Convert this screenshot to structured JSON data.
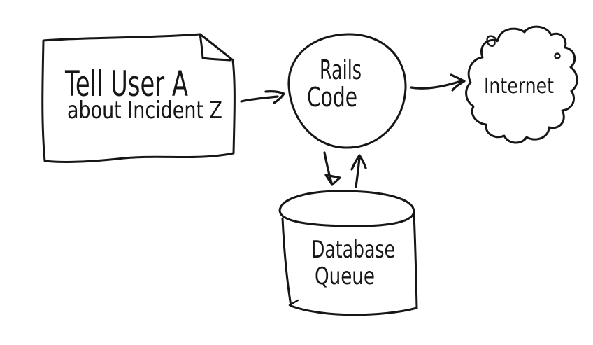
{
  "diagram": {
    "background_color": "#ffffff",
    "ink_color": "#161616",
    "style": "hand-drawn-sketch",
    "nodes": {
      "note": {
        "type": "paper-note-with-folded-corner",
        "line1": "Tell User A",
        "line2": "about Incident Z"
      },
      "rails": {
        "type": "circle",
        "line1": "Rails",
        "line2": "Code"
      },
      "internet": {
        "type": "cloud",
        "label": "Internet"
      },
      "database": {
        "type": "cylinder",
        "line1": "Database",
        "line2": "Queue"
      }
    },
    "edges": [
      {
        "id": "note-to-rails",
        "from": "note",
        "to": "rails",
        "direction": "right"
      },
      {
        "id": "rails-to-internet",
        "from": "rails",
        "to": "internet",
        "direction": "right"
      },
      {
        "id": "rails-to-database",
        "from": "rails",
        "to": "database",
        "direction": "down"
      },
      {
        "id": "database-to-rails",
        "from": "database",
        "to": "rails",
        "direction": "up"
      }
    ]
  }
}
